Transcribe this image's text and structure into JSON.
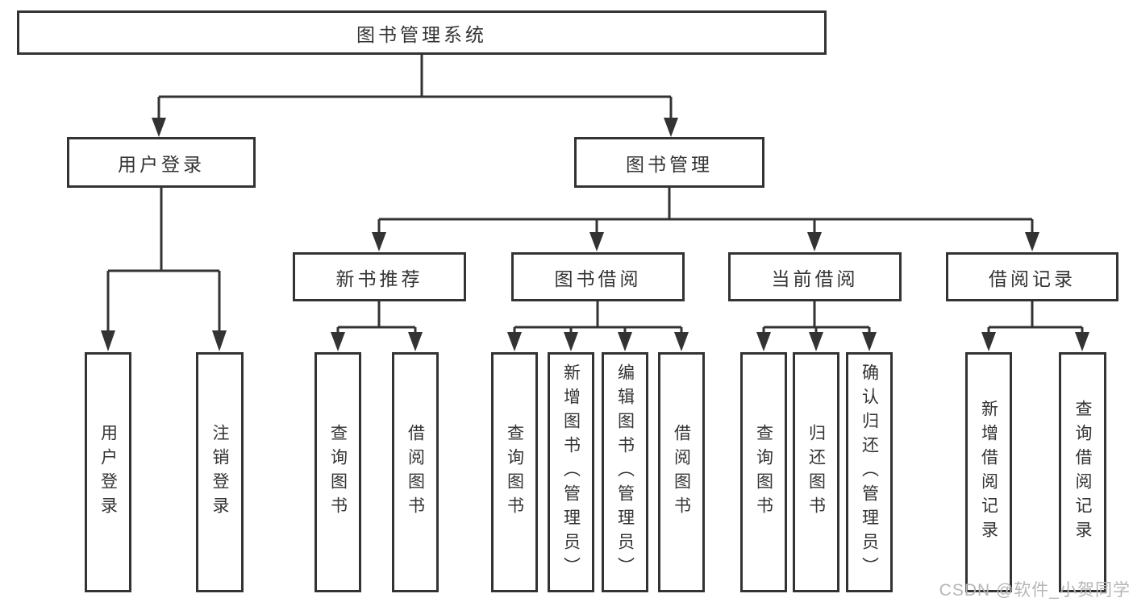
{
  "tree": {
    "label": "图书管理系统",
    "children": [
      {
        "label": "用户登录",
        "children": [
          {
            "label": "用户登录"
          },
          {
            "label": "注销登录"
          }
        ]
      },
      {
        "label": "图书管理",
        "children": [
          {
            "label": "新书推荐",
            "children": [
              {
                "label": "查询图书"
              },
              {
                "label": "借阅图书"
              }
            ]
          },
          {
            "label": "图书借阅",
            "children": [
              {
                "label": "查询图书"
              },
              {
                "label": "新增图书（管理员）"
              },
              {
                "label": "编辑图书（管理员）"
              },
              {
                "label": "借阅图书"
              }
            ]
          },
          {
            "label": "当前借阅",
            "children": [
              {
                "label": "查询图书"
              },
              {
                "label": "归还图书"
              },
              {
                "label": "确认归还（管理员）"
              }
            ]
          },
          {
            "label": "借阅记录",
            "children": [
              {
                "label": "新增借阅记录"
              },
              {
                "label": "查询借阅记录"
              }
            ]
          }
        ]
      }
    ]
  },
  "watermark": {
    "text": "CSDN @软件_小贺同学"
  },
  "colors": {
    "line": "#333333",
    "text": "#333333",
    "bg": "#ffffff",
    "watermark": "#b3b6b9"
  }
}
